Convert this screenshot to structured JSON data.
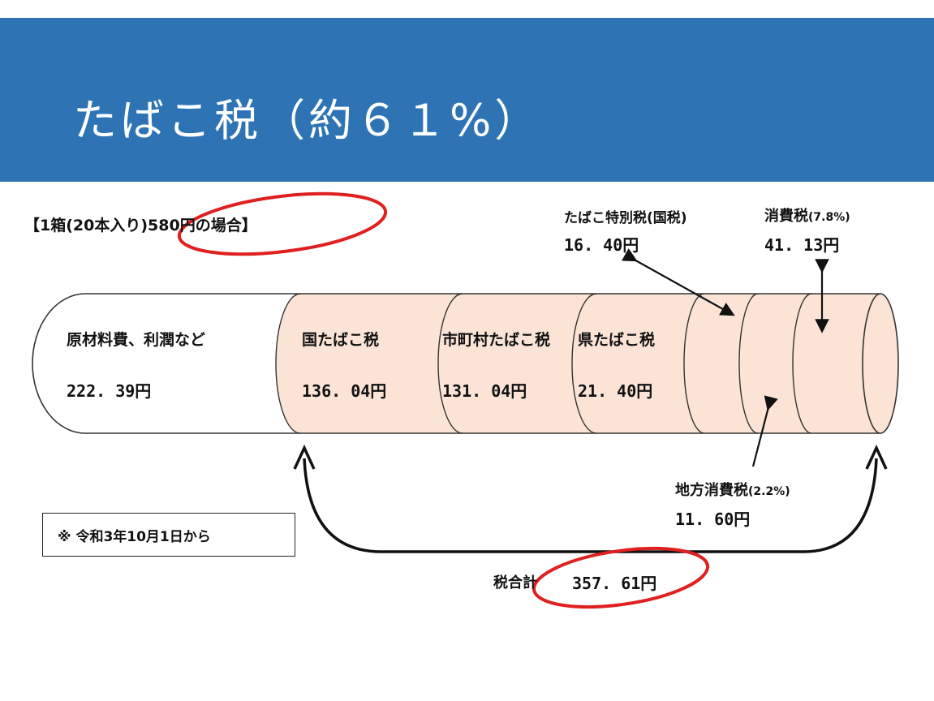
{
  "slide": {
    "title": "たばこ税（約６１%）",
    "case_label": "【1箱(20本入り)580円の場合】",
    "note": "※ 令和3年10月1日から"
  },
  "segments": [
    {
      "name": "原材料費、利潤など",
      "value": "222. 39円"
    },
    {
      "name": "国たばこ税",
      "value": "136. 04円"
    },
    {
      "name": "市町村たばこ税",
      "value": "131. 04円"
    },
    {
      "name": "県たばこ税",
      "value": "21. 40円"
    }
  ],
  "callouts": {
    "special_tax": {
      "name": "たばこ特別税(国税)",
      "value": "16. 40円"
    },
    "consumption_tax": {
      "name": "消費税",
      "rate": "(7.8%)",
      "value": "41. 13円"
    },
    "local_consumption_tax": {
      "name": "地方消費税",
      "rate": "(2.2%)",
      "value": "11. 60円"
    }
  },
  "total": {
    "label": "税合計",
    "value": "357. 61円"
  },
  "colors": {
    "banner": "#2e74b5",
    "tax_fill": "#fbe4d5",
    "circle": "#e02020"
  }
}
